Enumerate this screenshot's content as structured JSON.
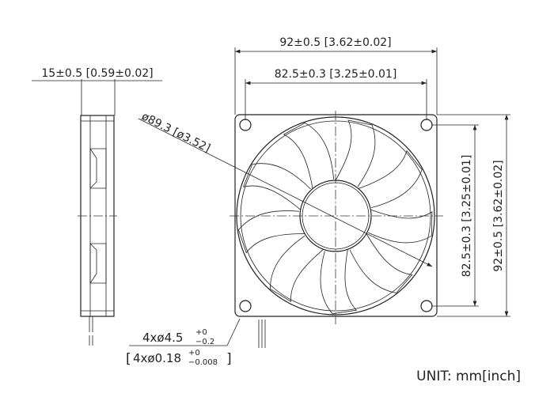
{
  "drawing": {
    "dim_width": "92±0.5 [3.62±0.02]",
    "dim_hole_spacing_h": "82.5±0.3 [3.25±0.01]",
    "dim_thickness": "15±0.5 [0.59±0.02]",
    "dim_diameter": "ø89.3 [ø3.52]",
    "dim_hole_spacing_v": "82.5±0.3 [3.25±0.01]",
    "dim_height": "92±0.5 [3.62±0.02]",
    "hole_main": "4xø4.5",
    "hole_tol_upper": "+0",
    "hole_tol_lower": "−0.2",
    "hole_inch_main": "4xø0.18",
    "hole_inch_tol_upper": "+0",
    "hole_inch_tol_lower": "−0.008",
    "unit_label": "UNIT: mm[inch]"
  }
}
